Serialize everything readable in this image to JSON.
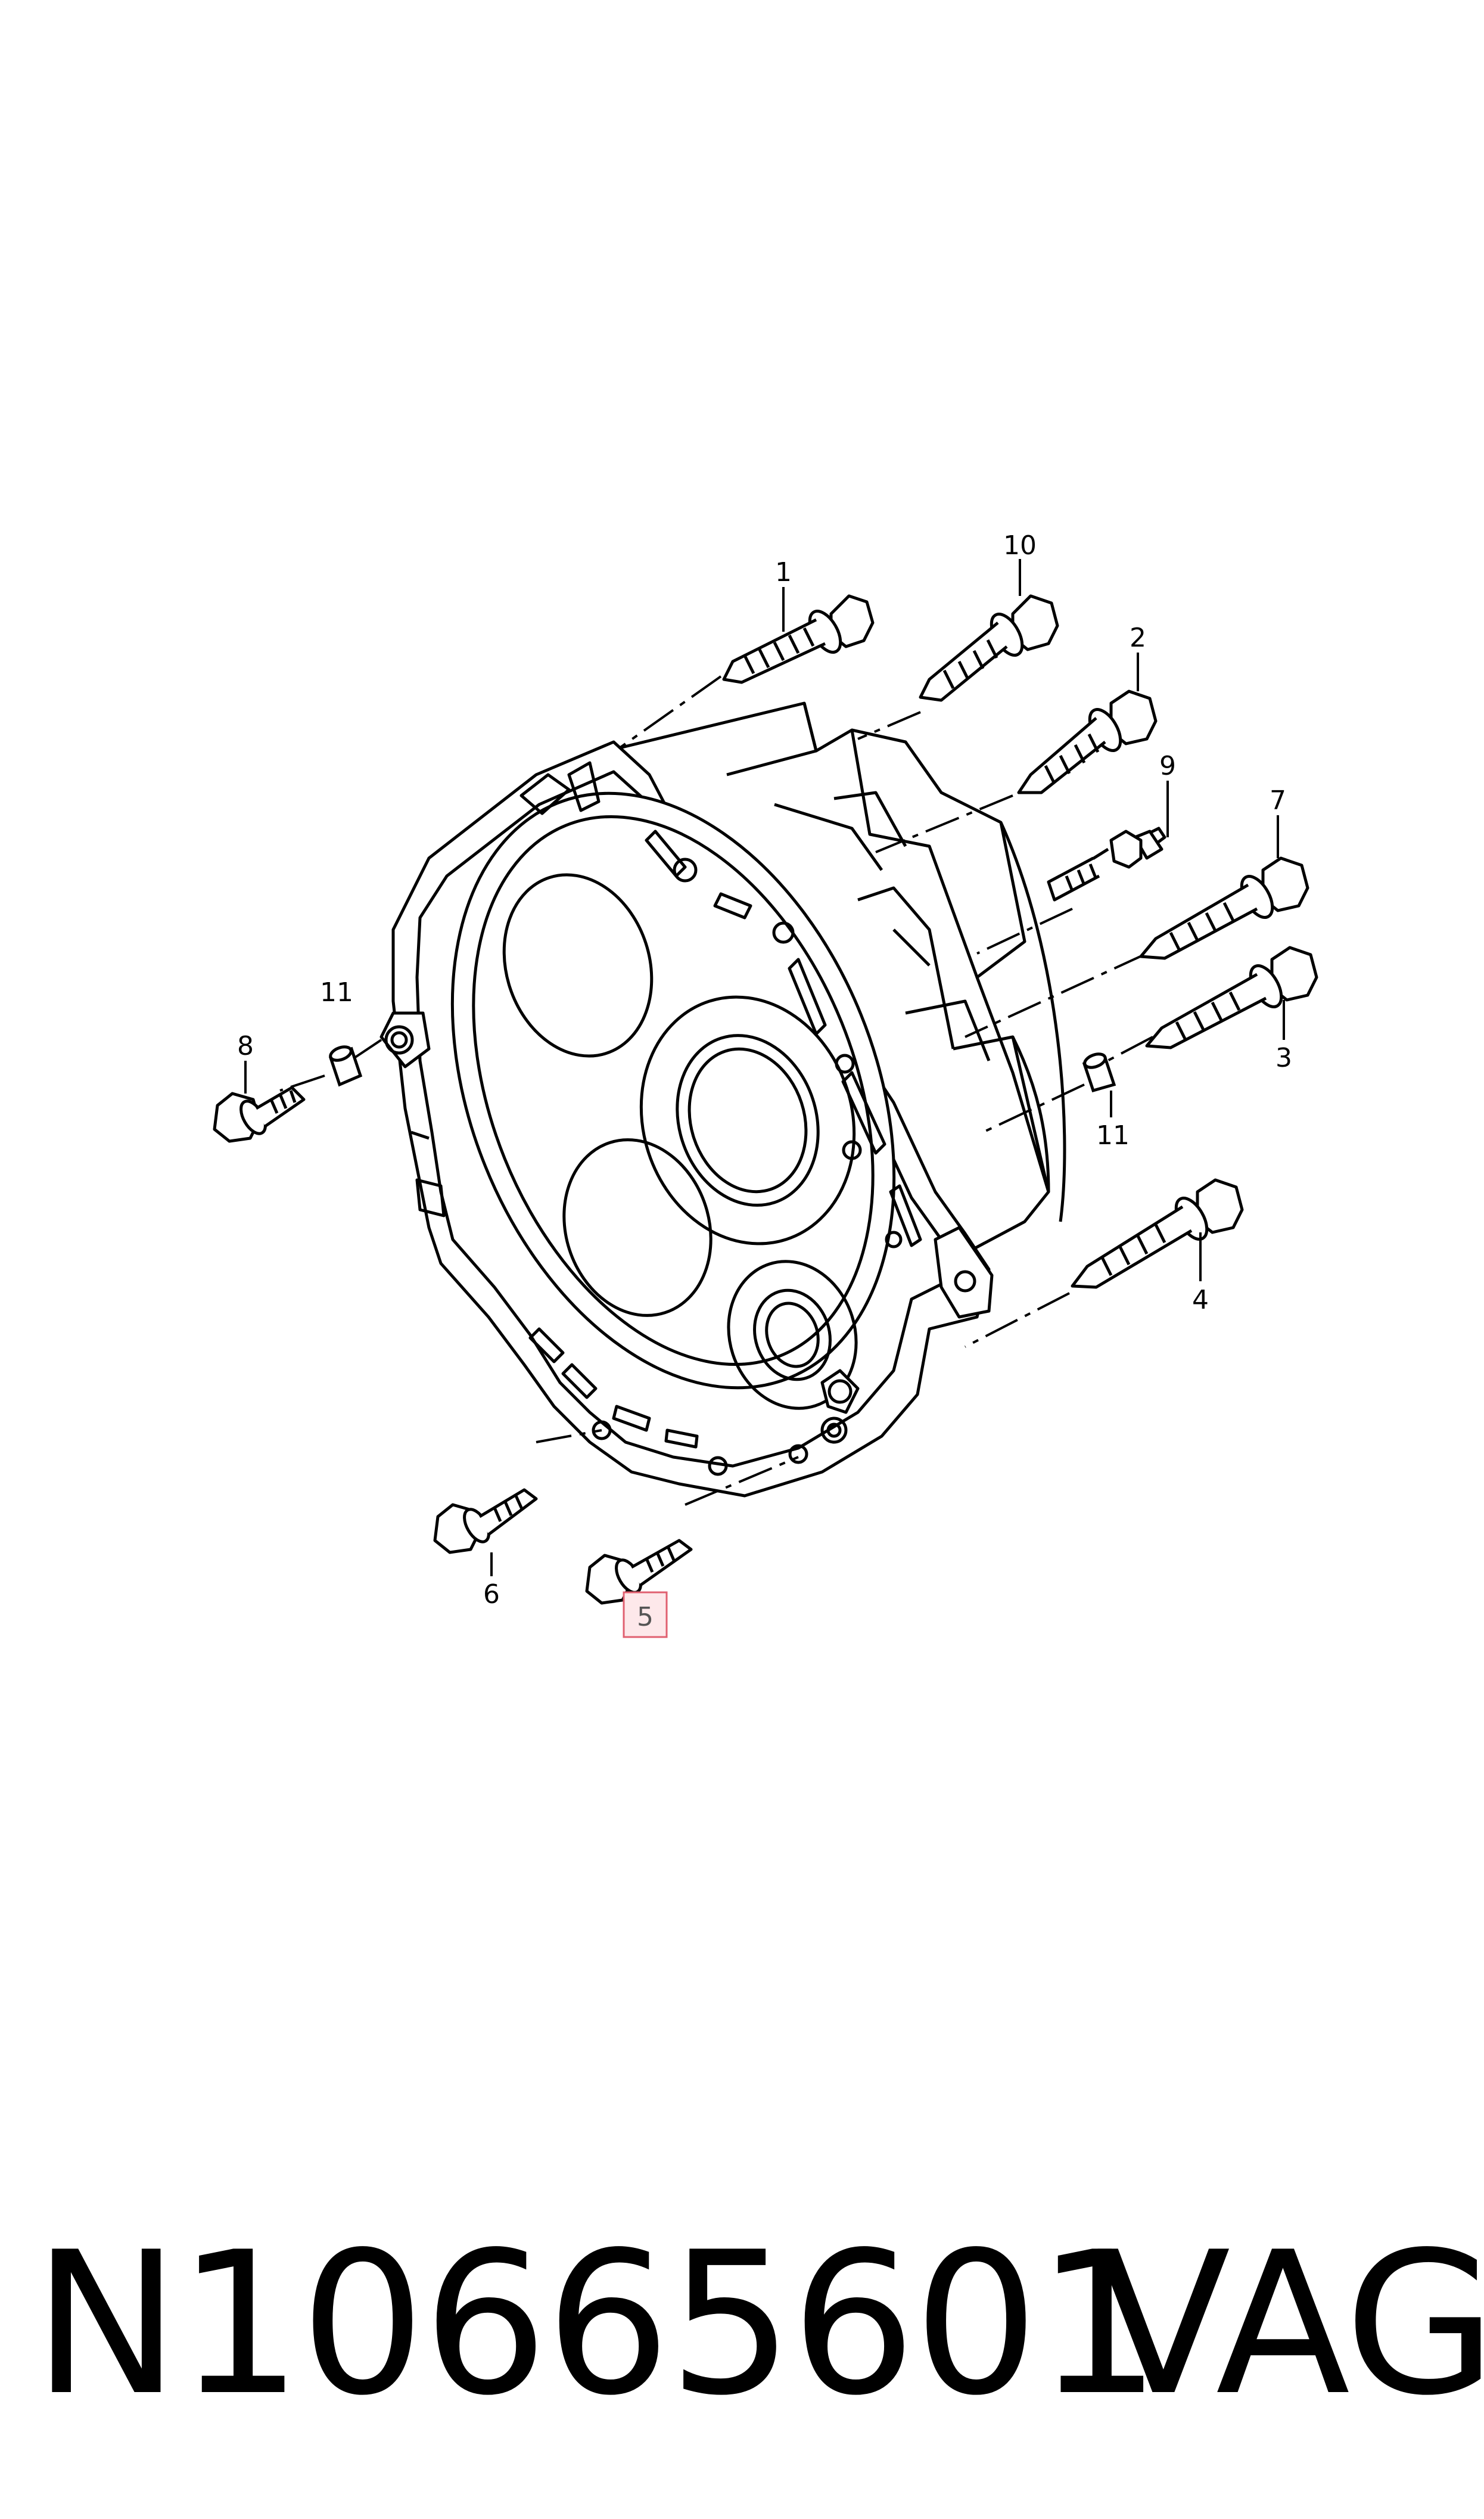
{
  "callouts": [
    {
      "id": "1",
      "label": "1"
    },
    {
      "id": "2",
      "label": "2"
    },
    {
      "id": "3",
      "label": "3"
    },
    {
      "id": "4",
      "label": "4"
    },
    {
      "id": "5",
      "label": "5",
      "highlighted": true
    },
    {
      "id": "6",
      "label": "6"
    },
    {
      "id": "7",
      "label": "7"
    },
    {
      "id": "8",
      "label": "8"
    },
    {
      "id": "9",
      "label": "9"
    },
    {
      "id": "10",
      "label": "10"
    },
    {
      "id": "11a",
      "label": "11"
    },
    {
      "id": "11b",
      "label": "11"
    }
  ],
  "highlight_color": "#e06070",
  "footer": {
    "part_number": "N10665601",
    "brand": "VAG"
  }
}
